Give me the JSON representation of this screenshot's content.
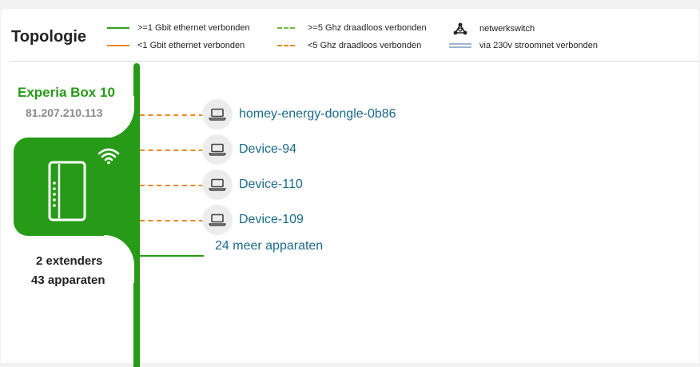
{
  "page": {
    "title": "Topologie"
  },
  "legend": {
    "eth_fast": ">=1 Gbit ethernet verbonden",
    "eth_slow": "<1 Gbit ethernet verbonden",
    "wifi_fast": ">=5 Ghz draadloos verbonden",
    "wifi_slow": "<5 Ghz draadloos verbonden",
    "switch": "netwerkswitch",
    "powerline": "via 230v stroomnet verbonden"
  },
  "router": {
    "name": "Experia Box 10",
    "ip": "81.207.210.113",
    "extenders": "2 extenders",
    "devices_count": "43 apparaten"
  },
  "devices": [
    {
      "name": "homey-energy-dongle-0b86",
      "connection": "wifi_slow",
      "icon": "laptop-icon"
    },
    {
      "name": "Device-94",
      "connection": "wifi_slow",
      "icon": "laptop-icon"
    },
    {
      "name": "Device-110",
      "connection": "wifi_slow",
      "icon": "laptop-icon"
    },
    {
      "name": "Device-109",
      "connection": "wifi_slow",
      "icon": "laptop-icon"
    }
  ],
  "more_devices": "24 meer apparaten",
  "colors": {
    "brand_green": "#279b18",
    "orange": "#e5891f",
    "link_blue": "#1a6a8a"
  }
}
